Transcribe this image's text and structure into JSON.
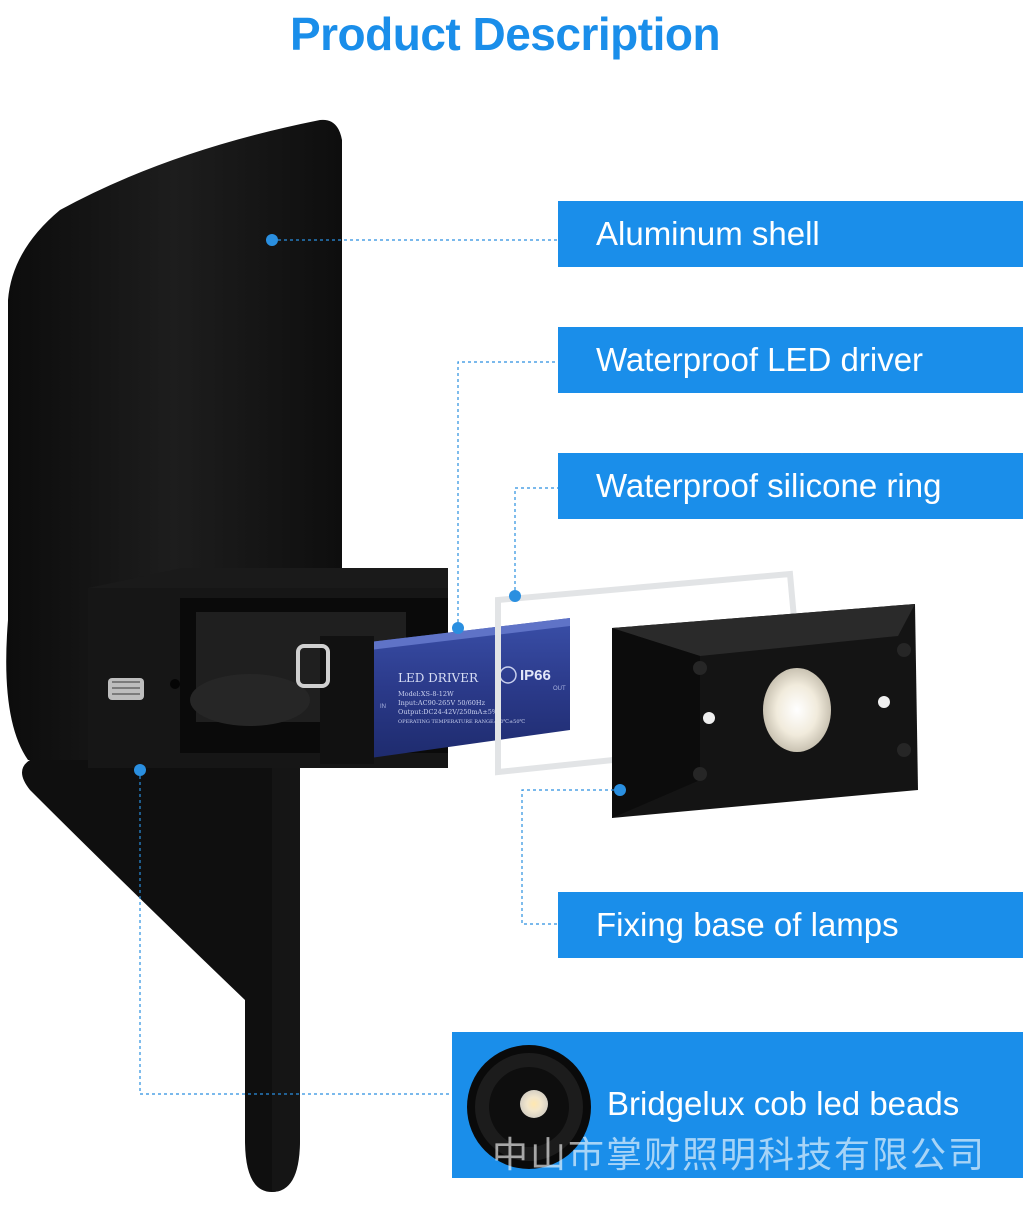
{
  "title": "Product Description",
  "colors": {
    "accent": "#1a8eea",
    "title": "#1a8eea",
    "lamp": "#111111",
    "driver": "#2b3a8a",
    "leader": "#2a8fe0"
  },
  "labels": {
    "aluminum_shell": "Aluminum shell",
    "led_driver": "Waterproof LED driver",
    "silicone_ring": "Waterproof silicone ring",
    "fixing_base": "Fixing base of lamps",
    "cob_beads": "Bridgelux cob led beads"
  },
  "driver": {
    "name": "LED DRIVER",
    "rating": "IP66",
    "model": "Model:XS-8-12W",
    "input": "Input:AC90-265V 50/60Hz",
    "output": "Output:DC24-42V/250mA±5%",
    "temp": "OPERATING TEMPERATURE RANGE:-10℃±50℃",
    "in": "IN",
    "out": "OUT"
  },
  "watermark": "中山市掌财照明科技有限公司"
}
